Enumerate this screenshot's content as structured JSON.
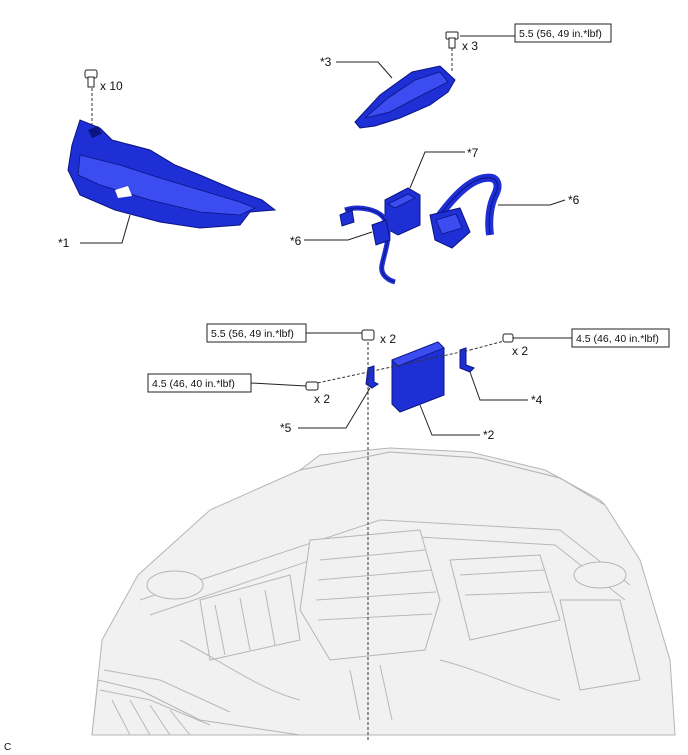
{
  "callouts": {
    "part1": "*1",
    "part2": "*2",
    "part3": "*3",
    "part4": "*4",
    "part5": "*5",
    "part6a": "*6",
    "part6b": "*6",
    "part7": "*7"
  },
  "quantities": {
    "clip_cover": "x 10",
    "bolt_cover3": "x 3",
    "nut_ecu": "x 2",
    "bolt_right": "x 2",
    "bolt_left": "x 2"
  },
  "torque_specs": {
    "cover3_bolts": "5.5 (56, 49 in.*lbf)",
    "ecu_nuts": "5.5 (56, 49 in.*lbf)",
    "right_bolts": "4.5 (46, 40 in.*lbf)",
    "left_bolts": "4.5 (46, 40 in.*lbf)"
  },
  "figure_code": "C",
  "colors": {
    "part_blue": "#1f2fd6",
    "line": "#222222"
  }
}
